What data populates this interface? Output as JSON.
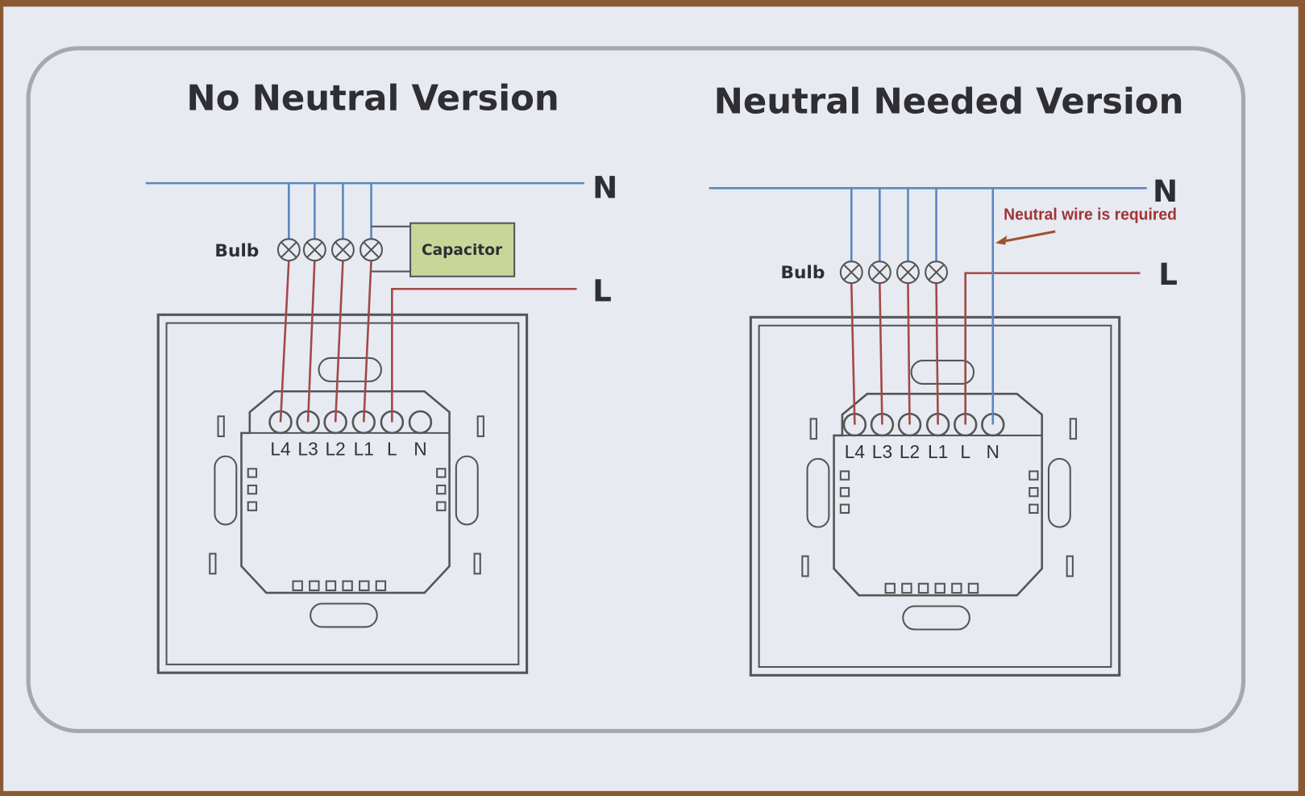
{
  "panels": [
    {
      "title": "No Neutral Version",
      "neutral_label": "N",
      "live_label": "L",
      "bulb_label": "Bulb",
      "capacitor_label": "Capacitor",
      "terminals": [
        "L4",
        "L3",
        "L2",
        "L1",
        "L",
        "N"
      ]
    },
    {
      "title": "Neutral Needed Version",
      "neutral_label": "N",
      "live_label": "L",
      "bulb_label": "Bulb",
      "note": "Neutral wire is required",
      "terminals": [
        "L4",
        "L3",
        "L2",
        "L1",
        "L",
        "N"
      ]
    }
  ],
  "colors": {
    "neutral_wire": "#5b86c0",
    "live_wire": "#a34848",
    "capacitor_fill": "#c8d69a",
    "card": "#e7eaf1",
    "frame": "#a6a8ae"
  }
}
